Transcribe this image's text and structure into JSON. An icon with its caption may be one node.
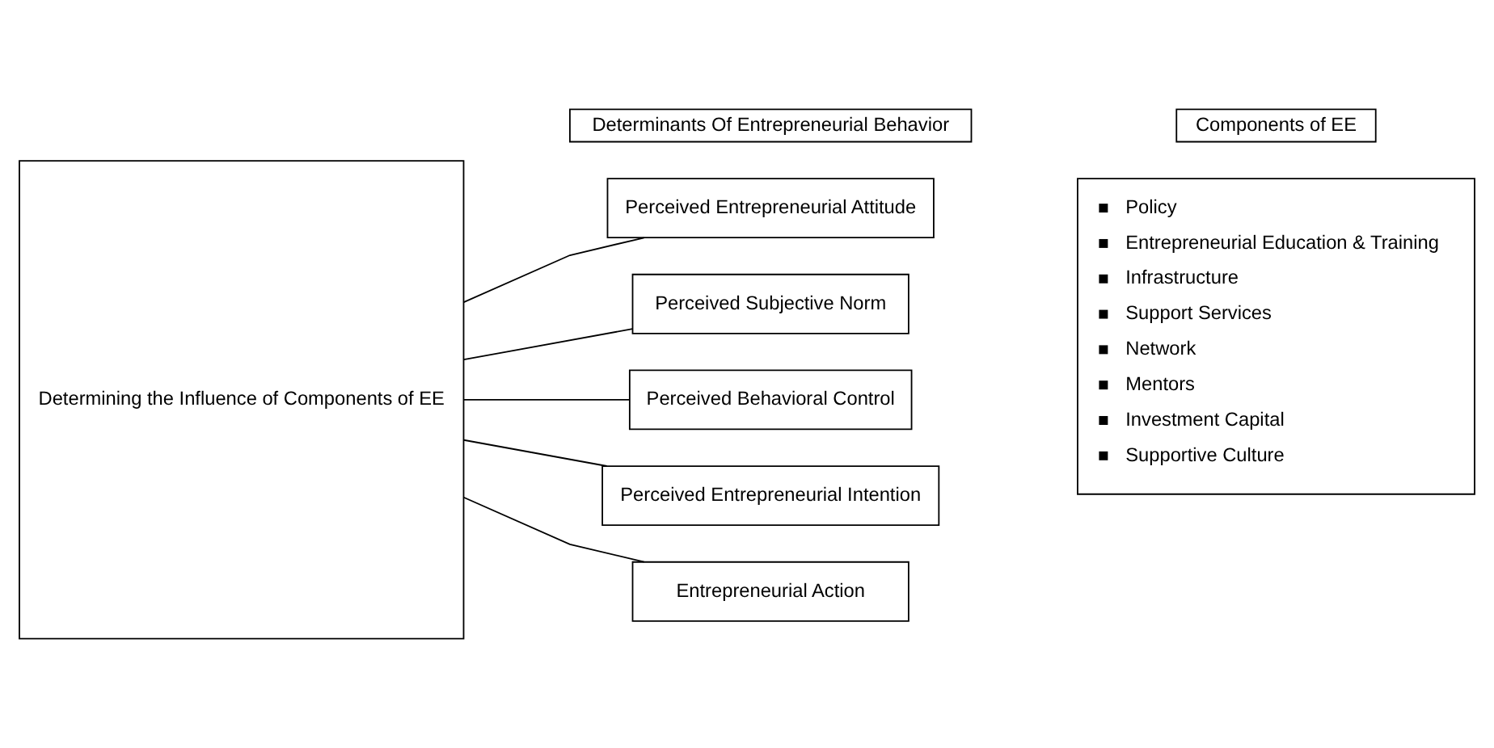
{
  "diagram": {
    "nodes": [
      {
        "text": [
          "Determinants Of Entrepreneurial Behavior"
        ]
      },
      {
        "text": [
          "Components of EE"
        ]
      },
      {
        "text": [
          "Determining the Influence of Components of EE"
        ]
      },
      {
        "text": [
          "Perceived Entrepreneurial Attitude"
        ]
      },
      {
        "text": [
          "Perceived Subjective Norm"
        ]
      },
      {
        "text": [
          "Perceived Behavioral Control"
        ]
      },
      {
        "text": [
          "Perceived Entrepreneurial Intention"
        ]
      },
      {
        "text": [
          "Entrepreneurial Action"
        ]
      },
      {
        "text": [
          "Policy",
          "Entrepreneurial Education & Training",
          "Infrastructure",
          "Support Services",
          "Network",
          "Mentors",
          "Investment Capital",
          "Supportive Culture"
        ]
      }
    ],
    "edges": [
      {
        "from": 2,
        "to": 3,
        "arrow": "none"
      },
      {
        "from": 2,
        "to": 4,
        "arrow": "none"
      },
      {
        "from": 2,
        "to": 5,
        "arrow": "none"
      },
      {
        "from": 2,
        "to": 6,
        "arrow": "none"
      },
      {
        "from": 2,
        "to": 7,
        "arrow": "none"
      }
    ]
  }
}
